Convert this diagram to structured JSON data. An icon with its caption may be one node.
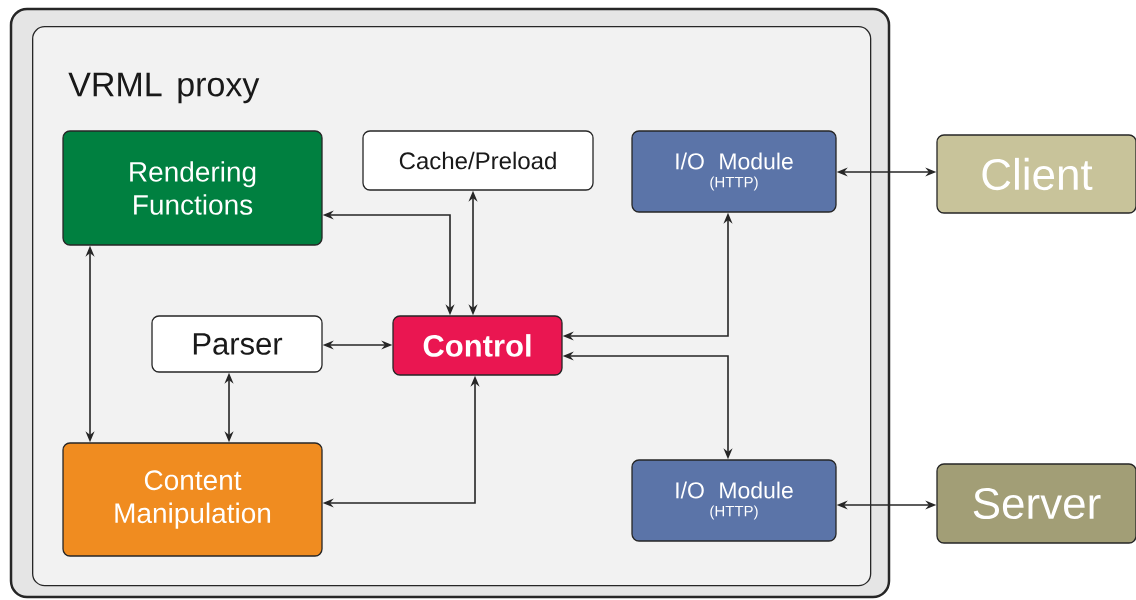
{
  "diagram": {
    "nodes": [
      {
        "text": [
          "VRML proxy"
        ]
      },
      {
        "text": [
          "Rendering Functions"
        ],
        "in": 0
      },
      {
        "text": [
          "Cache/Preload"
        ],
        "in": 0
      },
      {
        "text": [
          "I/O Module",
          "(HTTP)"
        ],
        "in": 0
      },
      {
        "text": [
          "Client"
        ]
      },
      {
        "text": [
          "Parser"
        ],
        "in": 0
      },
      {
        "text": [
          "Control"
        ],
        "in": 0
      },
      {
        "text": [
          "Content Manipulation"
        ],
        "in": 0
      },
      {
        "text": [
          "I/O Module",
          "(HTTP)"
        ],
        "in": 0
      },
      {
        "text": [
          "Server"
        ]
      }
    ],
    "edges": [
      {
        "from": 1,
        "to": 7,
        "arrow": "both"
      },
      {
        "from": 1,
        "to": 6,
        "arrow": "both"
      },
      {
        "from": 2,
        "to": 6,
        "arrow": "both"
      },
      {
        "from": 5,
        "to": 6,
        "arrow": "both"
      },
      {
        "from": 5,
        "to": 7,
        "arrow": "both"
      },
      {
        "from": 6,
        "to": 7,
        "arrow": "both"
      },
      {
        "from": 6,
        "to": 3,
        "arrow": "both"
      },
      {
        "from": 6,
        "to": 8,
        "arrow": "both"
      },
      {
        "from": 3,
        "to": 4,
        "arrow": "both"
      },
      {
        "from": 8,
        "to": 9,
        "arrow": "both"
      }
    ]
  }
}
